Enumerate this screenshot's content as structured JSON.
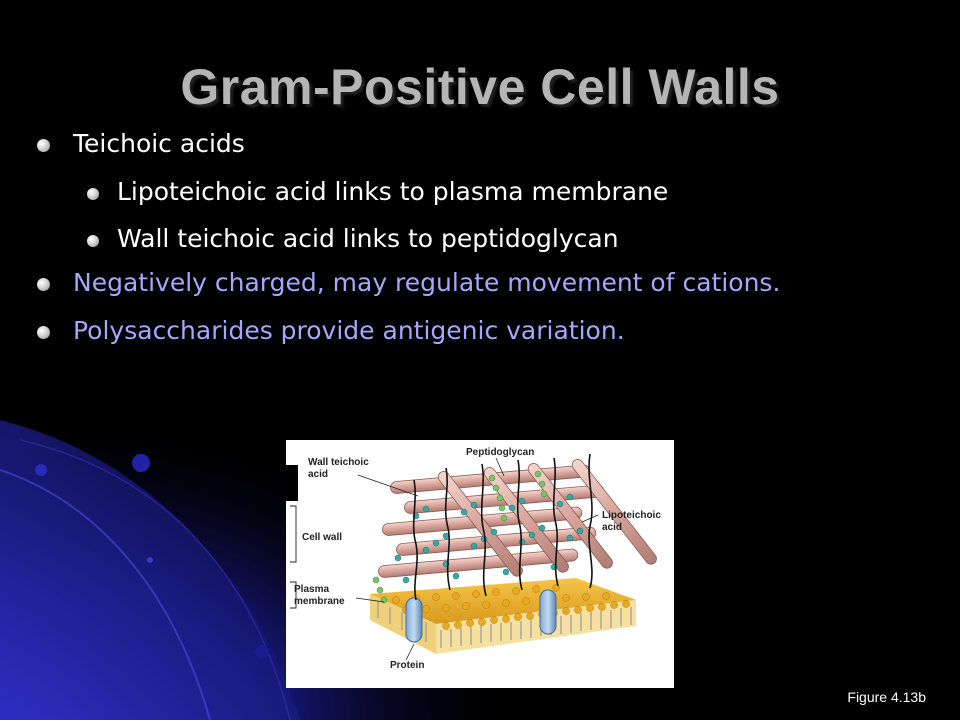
{
  "slide": {
    "title": "Gram-Positive Cell Walls",
    "bullets": [
      {
        "text": "Teichoic acids",
        "level": 1,
        "color": "#ffffff"
      },
      {
        "text": "Lipoteichoic acid links to plasma membrane",
        "level": 2,
        "color": "#ffffff"
      },
      {
        "text": "Wall teichoic acid links to peptidoglycan",
        "level": 2,
        "color": "#ffffff"
      },
      {
        "text": "Negatively charged, may regulate movement of cations.",
        "level": 1,
        "color": "#a4a8ff"
      },
      {
        "text": "Polysaccharides provide antigenic variation.",
        "level": 1,
        "color": "#a4a8ff"
      }
    ],
    "figure": {
      "labels": {
        "wall_teichoic_acid": [
          "Wall teichoic",
          "acid"
        ],
        "peptidoglycan": "Peptidoglycan",
        "lipoteichoic_acid": [
          "Lipoteichoic",
          "acid"
        ],
        "cell_wall": "Cell wall",
        "plasma_membrane": [
          "Plasma",
          "membrane"
        ],
        "protein": "Protein"
      }
    },
    "caption": "Figure 4.13b"
  }
}
